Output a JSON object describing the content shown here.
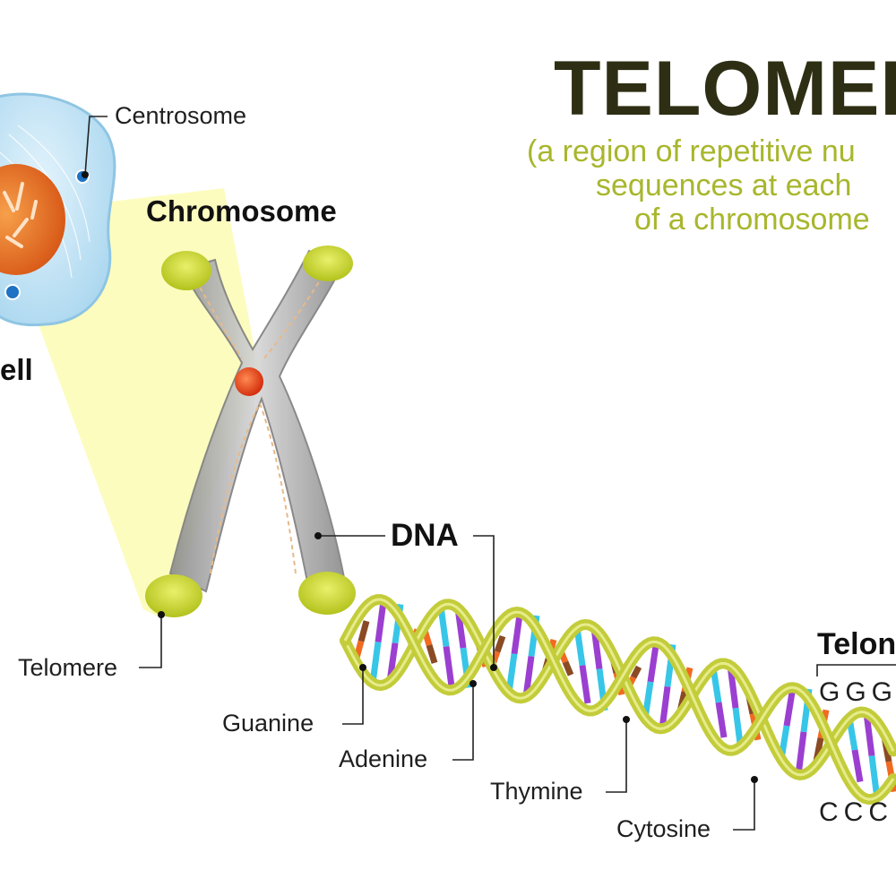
{
  "title": "TELOMER",
  "subtitle_lines": [
    "(a region of repetitive nu",
    "sequences at each",
    "of a chromosome"
  ],
  "labels": {
    "centrosome": "Centrosome",
    "chromosome": "Chromosome",
    "cell": "ell",
    "dna": "DNA",
    "telomere": "Telomere",
    "guanine": "Guanine",
    "adenine": "Adenine",
    "thymine": "Thymine",
    "cytosine": "Cytosine",
    "telomere_region": "Telon"
  },
  "sequence": {
    "top": "GGG",
    "bottom": "CCC"
  },
  "colors": {
    "title": "#2e2e14",
    "subtitle": "#a8b62c",
    "helix": "#c3cc3a",
    "guanine": "#f26a21",
    "adenine": "#9b3fd1",
    "thymine": "#37c6e8",
    "cytosine": "#8a4a24",
    "centromere": "#e2401c",
    "nucleus": "#e8702a",
    "cell": "#bfe2f5",
    "zoom_cone": "#fafaa8"
  }
}
